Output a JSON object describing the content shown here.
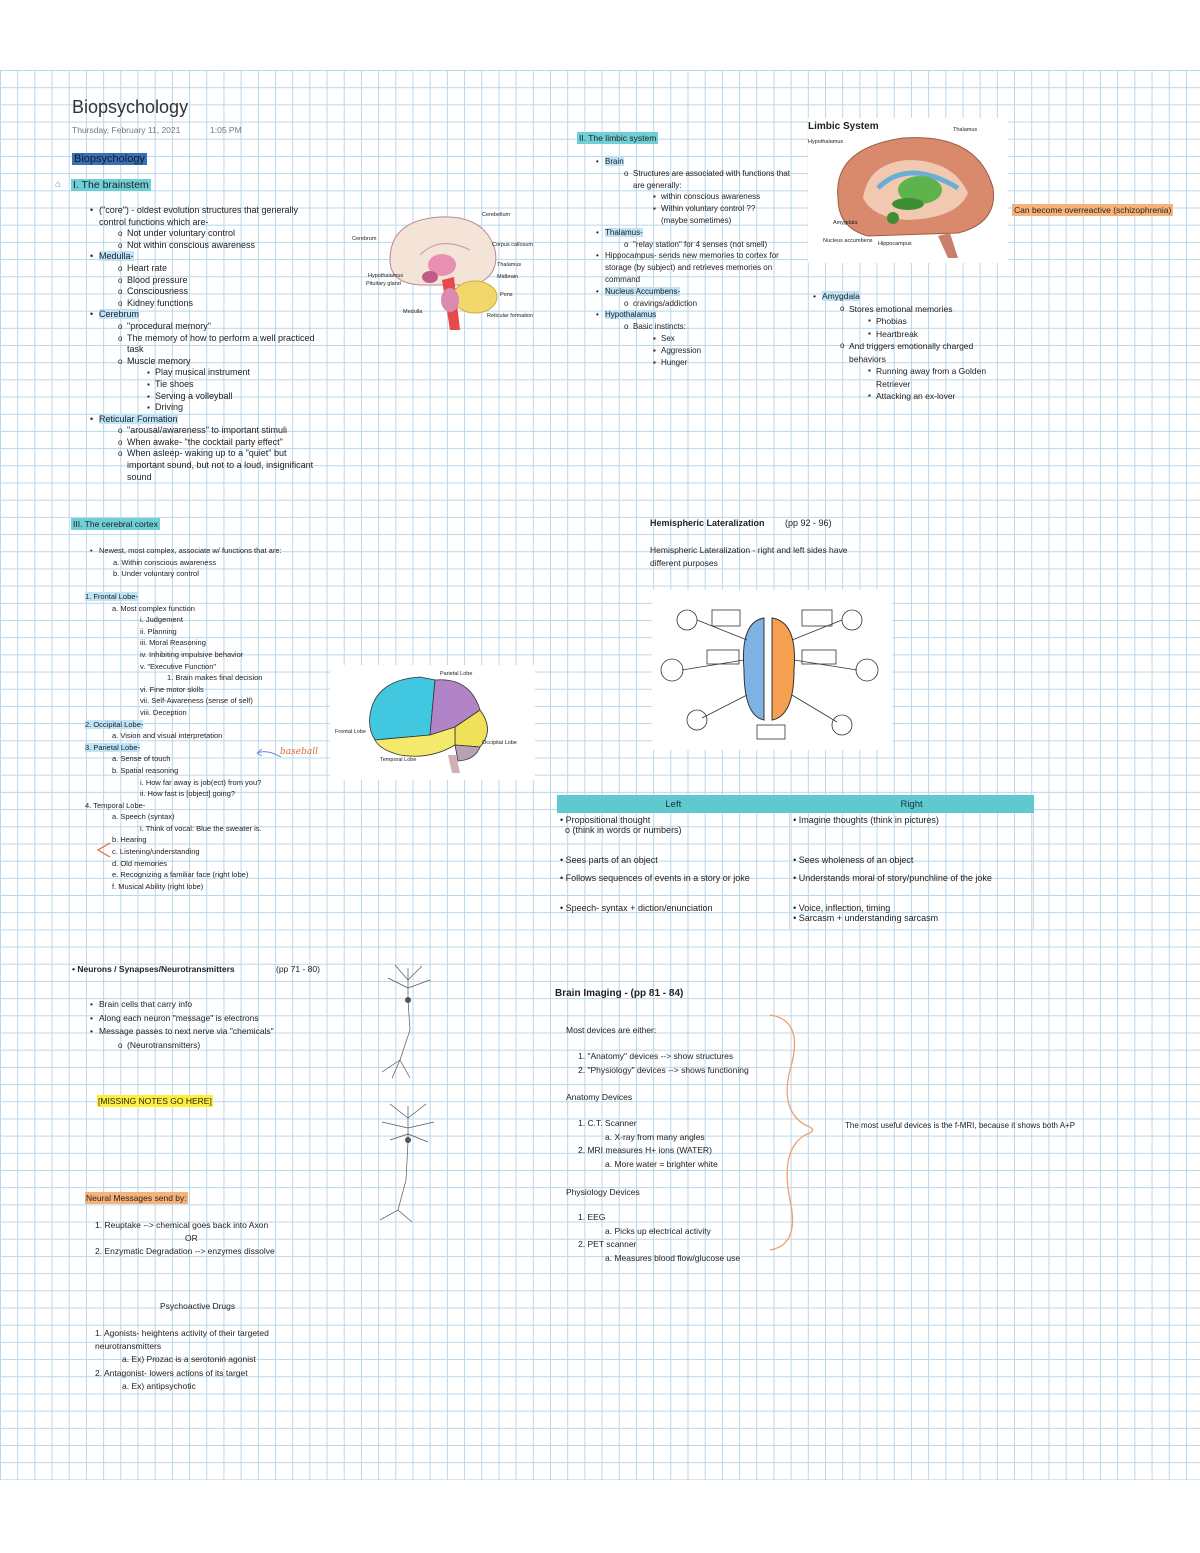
{
  "page": {
    "title": "Biopsychology",
    "date": "Thursday, February 11, 2021",
    "time": "1:05 PM",
    "section_tag": "Biopsychology"
  },
  "brainstem": {
    "heading": "I. The brainstem",
    "items": [
      {
        "level": 1,
        "text": "(\"core\") - oldest evolution structures that generally control functions which are-",
        "hl": "generally"
      },
      {
        "level": 2,
        "text": "Not under voluntary control"
      },
      {
        "level": 2,
        "text": "Not within conscious awareness"
      },
      {
        "level": 1,
        "text": "Medulla-"
      },
      {
        "level": 2,
        "text": "Heart rate"
      },
      {
        "level": 2,
        "text": "Blood pressure"
      },
      {
        "level": 2,
        "text": "Consciousness"
      },
      {
        "level": 2,
        "text": "Kidney functions"
      },
      {
        "level": 1,
        "text": "Cerebrum"
      },
      {
        "level": 2,
        "text": "\"procedural memory\""
      },
      {
        "level": 2,
        "text": "The memory of how to perform a well practiced task"
      },
      {
        "level": 2,
        "text": "Muscle memory"
      },
      {
        "level": 3,
        "text": "Play musical instrument"
      },
      {
        "level": 3,
        "text": "Tie shoes"
      },
      {
        "level": 3,
        "text": "Serving a volleyball"
      },
      {
        "level": 3,
        "text": "Driving"
      },
      {
        "level": 1,
        "text": "Reticular Formation"
      },
      {
        "level": 2,
        "text": "\"arousal/awareness\" to important stimuli"
      },
      {
        "level": 2,
        "text": "When awake- \"the cocktail party effect\""
      },
      {
        "level": 2,
        "text": "When asleep- waking up to a \"quiet\" but important sound, but not to a loud, insignificant sound"
      }
    ],
    "figure_labels": [
      "Cerebellum",
      "Cerebrum",
      "Corpus callosum",
      "Thalamus",
      "Hypothalamus",
      "Pituitary gland",
      "Midbrain",
      "Pons",
      "Medulla",
      "Reticular formation"
    ]
  },
  "limbic": {
    "heading": "II. The limbic system",
    "items": [
      {
        "level": 1,
        "text": "Brain"
      },
      {
        "level": 2,
        "text": "Structures are associated with functions that are generally:"
      },
      {
        "level": 3,
        "text": "within conscious awareness"
      },
      {
        "level": 3,
        "text": "Within voluntary control ??"
      },
      {
        "level": 3,
        "text": "(maybe sometimes)"
      },
      {
        "level": 1,
        "text": "Thalamus-"
      },
      {
        "level": 2,
        "text": "\"relay station\" for 4 senses (not smell)"
      },
      {
        "level": 1,
        "text": "Hippocampus- sends new memories to cortex for storage (by subject) and retrieves memories on command"
      },
      {
        "level": 1,
        "text": "Nucleus Accumbens-"
      },
      {
        "level": 2,
        "text": "cravings/addiction"
      },
      {
        "level": 1,
        "text": "Hypothalamus"
      },
      {
        "level": 2,
        "text": "Basic instincts:"
      },
      {
        "level": 3,
        "text": "Sex"
      },
      {
        "level": 3,
        "text": "Aggression"
      },
      {
        "level": 3,
        "text": "Hunger"
      }
    ],
    "figure_title": "Limbic System",
    "figure_labels": [
      "Hypothalamus",
      "Thalamus",
      "Amygdala",
      "Nucleus accumbens",
      "Hippocampus"
    ],
    "side_note": "Can become overreactive (schizophrenia)",
    "amygdala": [
      {
        "level": 1,
        "text": "Amygdala"
      },
      {
        "level": 2,
        "text": "Stores emotional memories"
      },
      {
        "level": 3,
        "text": "Phobias"
      },
      {
        "level": 3,
        "text": "Heartbreak"
      },
      {
        "level": 2,
        "text": "And triggers emotionally charged behaviors"
      },
      {
        "level": 3,
        "text": "Running away from a Golden Retriever"
      },
      {
        "level": 3,
        "text": "Attacking an ex-lover"
      }
    ]
  },
  "cortex": {
    "heading": "III. The cerebral cortex",
    "items": [
      {
        "level": 1,
        "text": "Newest, most complex, associate w/ functions that are:"
      },
      {
        "level": 2,
        "text": "a. Within conscious awareness"
      },
      {
        "level": 2,
        "text": "b. Under voluntary control"
      }
    ],
    "lobes": [
      {
        "text": "1. Frontal Lobe-",
        "level": 0
      },
      {
        "text": "a. Most complex function",
        "level": 1
      },
      {
        "text": "i. Judgement",
        "level": 2
      },
      {
        "text": "ii. Planning",
        "level": 2
      },
      {
        "text": "iii. Moral Reasoning",
        "level": 2
      },
      {
        "text": "iv. Inhibiting impulsive behavior",
        "level": 2
      },
      {
        "text": "v. \"Executive Function\"",
        "level": 2
      },
      {
        "text": "1. Brain makes final decision",
        "level": 3
      },
      {
        "text": "vi. Fine motor skills",
        "level": 2
      },
      {
        "text": "vii. Self-Awareness (sense of self)",
        "level": 2
      },
      {
        "text": "viii. Deception",
        "level": 2
      },
      {
        "text": "2. Occipital Lobe-",
        "level": 0
      },
      {
        "text": "a. Vision and visual interpretation",
        "level": 1
      },
      {
        "text": "3. Parietal Lobe-",
        "level": 0
      },
      {
        "text": "a. Sense of touch",
        "level": 1
      },
      {
        "text": "b. Spatial reasoning",
        "level": 1
      },
      {
        "text": "i. How far away is job(ect) from you?",
        "level": 2
      },
      {
        "text": "ii. How fast is [object] going?",
        "level": 2
      },
      {
        "text": "4. Temporal Lobe-",
        "level": 0
      },
      {
        "text": "a. Speech (syntax)",
        "level": 1
      },
      {
        "text": "i. Think of vocal: Blue the sweater is.",
        "level": 2
      },
      {
        "text": "b. Hearing",
        "level": 1
      },
      {
        "text": "c. Listening/understanding",
        "level": 1
      },
      {
        "text": "d. Old memories",
        "level": 1
      },
      {
        "text": "e. Recognizing a familiar face (right lobe)",
        "level": 1
      },
      {
        "text": "f. Musical Ability (right lobe)",
        "level": 1
      }
    ],
    "figure_labels": [
      "Parietal Lobe",
      "Frontal Lobe",
      "Occipital Lobe",
      "Temporal Lobe"
    ],
    "handwritten": "baseball"
  },
  "hemispheric": {
    "heading": "Hemispheric Lateralization",
    "pages": "(pp 92 - 96)",
    "text": "Hemispheric Lateralization - right and left sides have different purposes",
    "table": {
      "headers": [
        "Left",
        "Right"
      ],
      "rows": [
        [
          "• Propositional thought\n  o (think in words or numbers)",
          "• Imagine thoughts (think in pictures)"
        ],
        [
          "• Sees parts of an object",
          "• Sees wholeness of an object"
        ],
        [
          "• Follows sequences of events in a story or joke",
          "• Understands moral of story/punchline of the joke"
        ],
        [
          "• Speech- syntax + diction/enunciation",
          "• Voice, inflection, timing\n• Sarcasm + understanding sarcasm"
        ]
      ]
    }
  },
  "neurons": {
    "heading": "Neurons / Synapses/Neurotransmitters",
    "pages": "(pp 71 - 80)",
    "items": [
      {
        "level": 1,
        "text": "Brain cells that carry info"
      },
      {
        "level": 1,
        "text": "Along each neuron \"message\" is electrons"
      },
      {
        "level": 1,
        "text": "Message passes to next nerve via \"chemicals\""
      },
      {
        "level": 2,
        "text": "(Neurotransmitters)"
      }
    ],
    "missing_notes": "[MISSING NOTES GO HERE]",
    "neural_heading": "Neural Messages send by:",
    "neural_items": [
      "1. Reuptake --> chemical goes back into Axon",
      "OR",
      "2. Enzymatic Degradation --> enzymes dissolve"
    ],
    "psychoactive_heading": "Psychoactive Drugs",
    "psychoactive_items": [
      "1. Agonists- heightens activity of their targeted neurotransmitters",
      "a. Ex) Prozac is a serotonin agonist",
      "2. Antagonist- lowers actions of its target",
      "a. Ex) antipsychotic"
    ]
  },
  "imaging": {
    "heading": "Brain Imaging - (pp 81 - 84)",
    "intro": "Most devices are either:",
    "types": [
      "1. \"Anatomy\" devices --> show structures",
      "2. \"Physiology\" devices --> shows functioning"
    ],
    "anatomy_heading": "Anatomy Devices",
    "anatomy": [
      "1. C.T. Scanner",
      "a. X-ray from many angles",
      "2. MRI measures H+ ions (WATER)",
      "a. More water = brighter white"
    ],
    "physiology_heading": "Physiology Devices",
    "physiology": [
      "1. EEG",
      "a. Picks up electrical activity",
      "2. PET scanner",
      "a. Measures blood flow/glucose use"
    ],
    "side_note": "The most useful devices is the f-MRI, because it shows both A+P"
  }
}
